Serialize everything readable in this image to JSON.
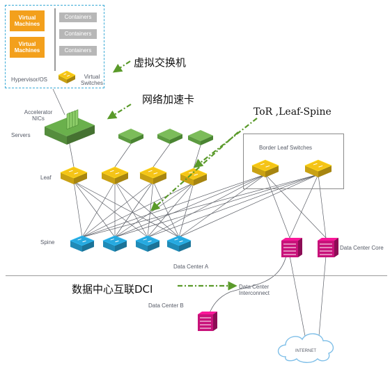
{
  "hypervisor": {
    "vm_label": "Virtual Machines",
    "container_label": "Containers",
    "os_label": "Hypervisor/OS",
    "vswitch_label": "Virtual Switches"
  },
  "labels": {
    "accelerator_nics": "Accelerator NICs",
    "servers": "Servers",
    "leaf": "Leaf",
    "spine": "Spine",
    "border_leaf": "Border Leaf Switches",
    "dc_core": "Data Center Core",
    "dc_a": "Data Center A",
    "dc_b": "Data Center B",
    "dci": "Data Center Interconnect",
    "internet": "INTERNET"
  },
  "annotations": {
    "virtual_switch": "虚拟交换机",
    "accel_card": "网络加速卡",
    "tor_leaf_spine": "ToR ,Leaf-Spine",
    "dci": "数据中心互联DCI"
  },
  "colors": {
    "vm_orange": "#f3a01c",
    "container_gray": "#b7b7b7",
    "frame_blue": "#38a9d6",
    "server_green": "#6ab04c",
    "leaf_yellow": "#f5c417",
    "spine_blue": "#27a9df",
    "core_magenta": "#c8127a",
    "arrow_green": "#5a9a2a",
    "cloud_blue": "#7fbfe8"
  }
}
